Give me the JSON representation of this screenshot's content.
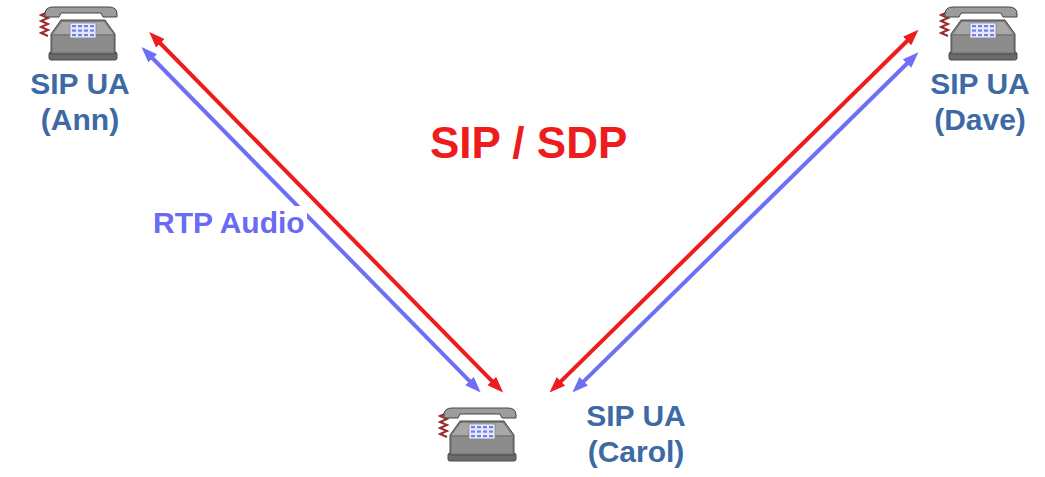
{
  "diagram": {
    "nodes": [
      {
        "text": [
          "SIP UA (Ann)"
        ]
      },
      {
        "text": [
          "SIP UA (Dave)"
        ]
      },
      {
        "text": [
          "SIP UA (Carol)"
        ]
      }
    ],
    "edges": [
      {
        "from": 0,
        "to": 2,
        "arrow": "both"
      },
      {
        "from": 0,
        "to": 2,
        "arrow": "both"
      },
      {
        "from": 1,
        "to": 2,
        "arrow": "both"
      },
      {
        "from": 1,
        "to": 2,
        "arrow": "both"
      }
    ],
    "labels": [
      "SIP / SDP",
      "RTP Audio"
    ]
  }
}
